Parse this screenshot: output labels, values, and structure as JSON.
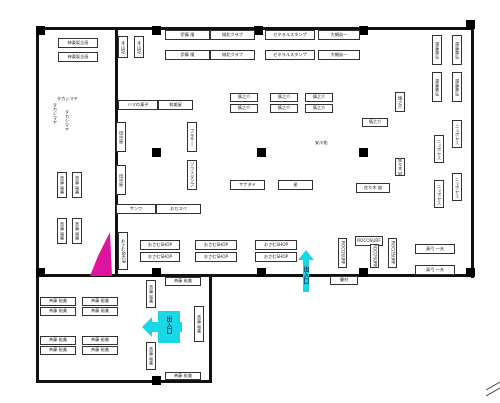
{
  "colors": {
    "entrance": "#18d8e8",
    "highlight": "#e0149c",
    "wall": "#111111"
  },
  "rows": {
    "top_row1": [
      "伊藤 隆",
      "城北クラブ",
      "ゼネラルスタンプ",
      "大槻眞一"
    ],
    "top_row2": [
      "伊藤 隆",
      "城北クラブ",
      "ゼネラルスタンプ",
      "大槻眞一"
    ],
    "center_row1": [
      "慎之介",
      "慎之介",
      "慎之介"
    ],
    "center_row2": [
      "慎之介",
      "慎之介",
      "慎之介"
    ],
    "oshimu_row1": [
      "おさむSHOP",
      "おさむSHOP",
      "おさむSHOP"
    ],
    "oshimu_row2": [
      "おさむSHOP",
      "おさむSHOP",
      "おさむSHOP"
    ],
    "bottom_left": [
      "斉藤 裕美",
      "斉藤 裕美",
      "斉藤 裕美",
      "斉藤 裕美",
      "斉藤 裕美",
      "斉藤 裕美",
      "斉藤 裕美",
      "斉藤 裕美",
      "斉藤 裕美",
      "斉藤 裕美",
      "斉藤 裕美",
      "斉藤 裕美"
    ]
  },
  "labels": {
    "chubu": "神楽坂企画",
    "ki_kyuu": "寺山記",
    "takashimaya": "タカシマヤ",
    "hamanoka": "ハマの菓子",
    "kodama": "和美屋",
    "tanaka_ya": "田中屋",
    "sanwa": "サンワ",
    "odasube": "おだスペ",
    "kasumi": "ブラザー",
    "sanfloor": "ゾウスタンプ",
    "shinnosuke_r": "慎之介",
    "yasuda": "安川佑",
    "sasaki1": "佐々木 誠",
    "sasaki2": "佐々木 誠",
    "sanadaya": "サナダヤ",
    "hoshi": "星",
    "nihonyasu_1": "ニッポヤス",
    "nihonyasu_2": "ニッポヤス",
    "nihonyasu_3": "ニッポヤス",
    "nihonyasu_4": "ニッポヤス",
    "shimokita": "湯藤美弘",
    "roco1": "ROCOSURF",
    "roco2": "ROCOSURF",
    "roco3": "ROCOSURF",
    "roco4": "ROCOSURF",
    "yuka": "優村",
    "mayumi1": "真弓 一夫",
    "mayumi2": "真弓 一夫",
    "osamu_v": "おさむSHOP",
    "entrance": "出入口",
    "saito_v": "斉藤 裕美"
  }
}
